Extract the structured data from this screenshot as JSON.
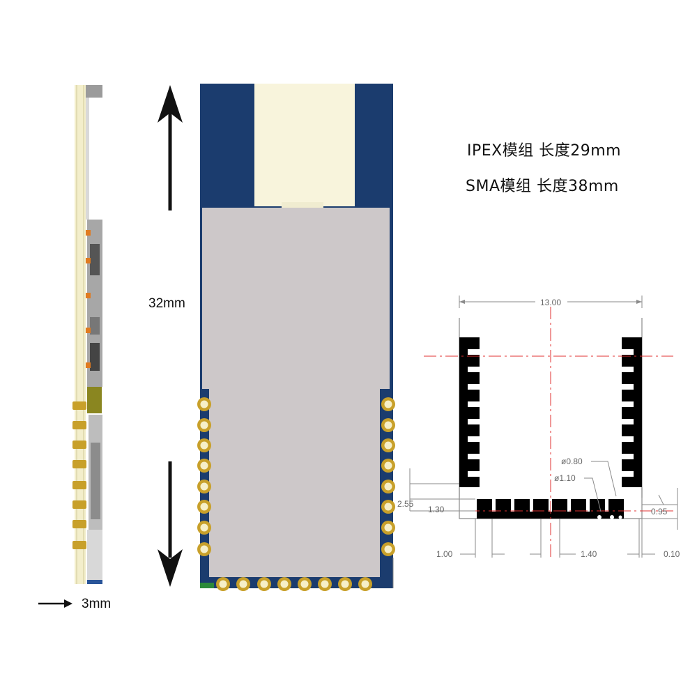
{
  "specs": {
    "ipex_line": "IPEX模组 长度29mm",
    "sma_line": "SMA模组  长度38mm"
  },
  "dimensions": {
    "length": "32mm",
    "thickness": "3mm"
  },
  "footprint": {
    "width": "13.00",
    "dia_small": "ø0.80",
    "dia_large": "ø1.10",
    "h_255": "2.55",
    "h_130": "1.30",
    "h_095": "0.95",
    "pitch_100": "1.00",
    "pitch_140": "1.40",
    "gap_010": "0.10"
  },
  "colors": {
    "pcb_blue": "#1b3c6e",
    "shield_gray": "#cdc8c9",
    "antenna_white": "#f8f4dc",
    "pad_gold": "#c8a02a",
    "red_center": "#e03030"
  }
}
